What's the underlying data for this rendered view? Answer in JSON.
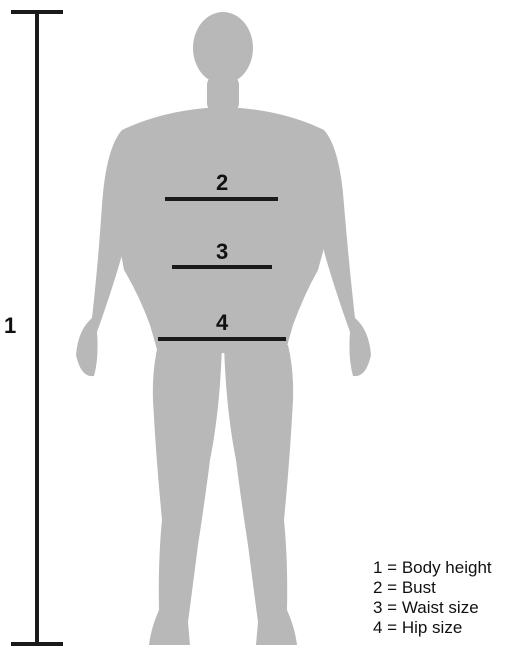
{
  "labels": {
    "height": "1",
    "bust": "2",
    "waist": "3",
    "hip": "4"
  },
  "legend": {
    "items": [
      "1 = Body height",
      "2 = Bust",
      "3 = Waist size",
      "4 = Hip size"
    ]
  },
  "colors": {
    "figure": "#b8b8b8",
    "lines": "#1a1a1a",
    "background": "#ffffff"
  }
}
